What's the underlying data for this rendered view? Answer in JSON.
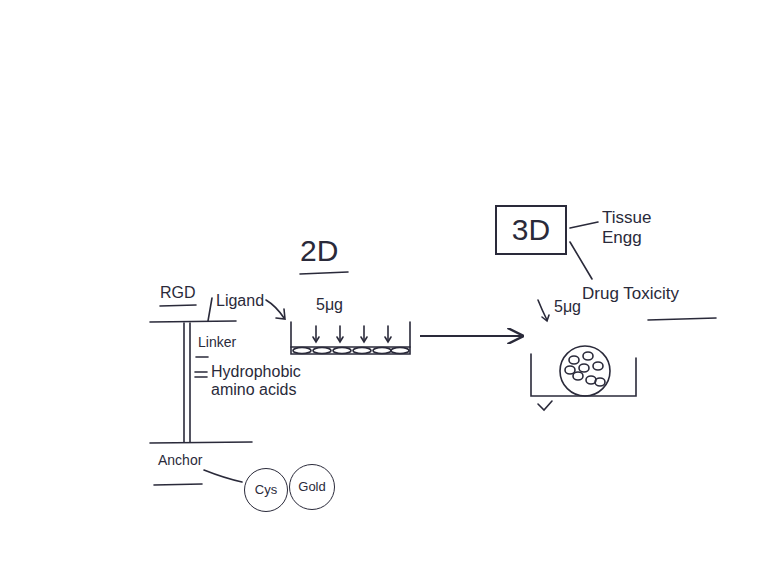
{
  "diagram": {
    "nodes": [
      {
        "text": [
          "3D"
        ]
      },
      {
        "text": [
          "5μg"
        ]
      },
      {
        "text": [
          "5μg"
        ]
      },
      {
        "text": [
          "Cys"
        ]
      },
      {
        "text": [
          "Gold"
        ]
      }
    ],
    "edges": [
      {
        "from": 1,
        "to": 2,
        "arrow": "to"
      }
    ],
    "labels": [
      "2D",
      "Tissue Engg",
      "Drug Toxicity",
      "RGD",
      "Ligand",
      "Linker",
      "Hydrophobic amino acids",
      "Anchor"
    ]
  }
}
